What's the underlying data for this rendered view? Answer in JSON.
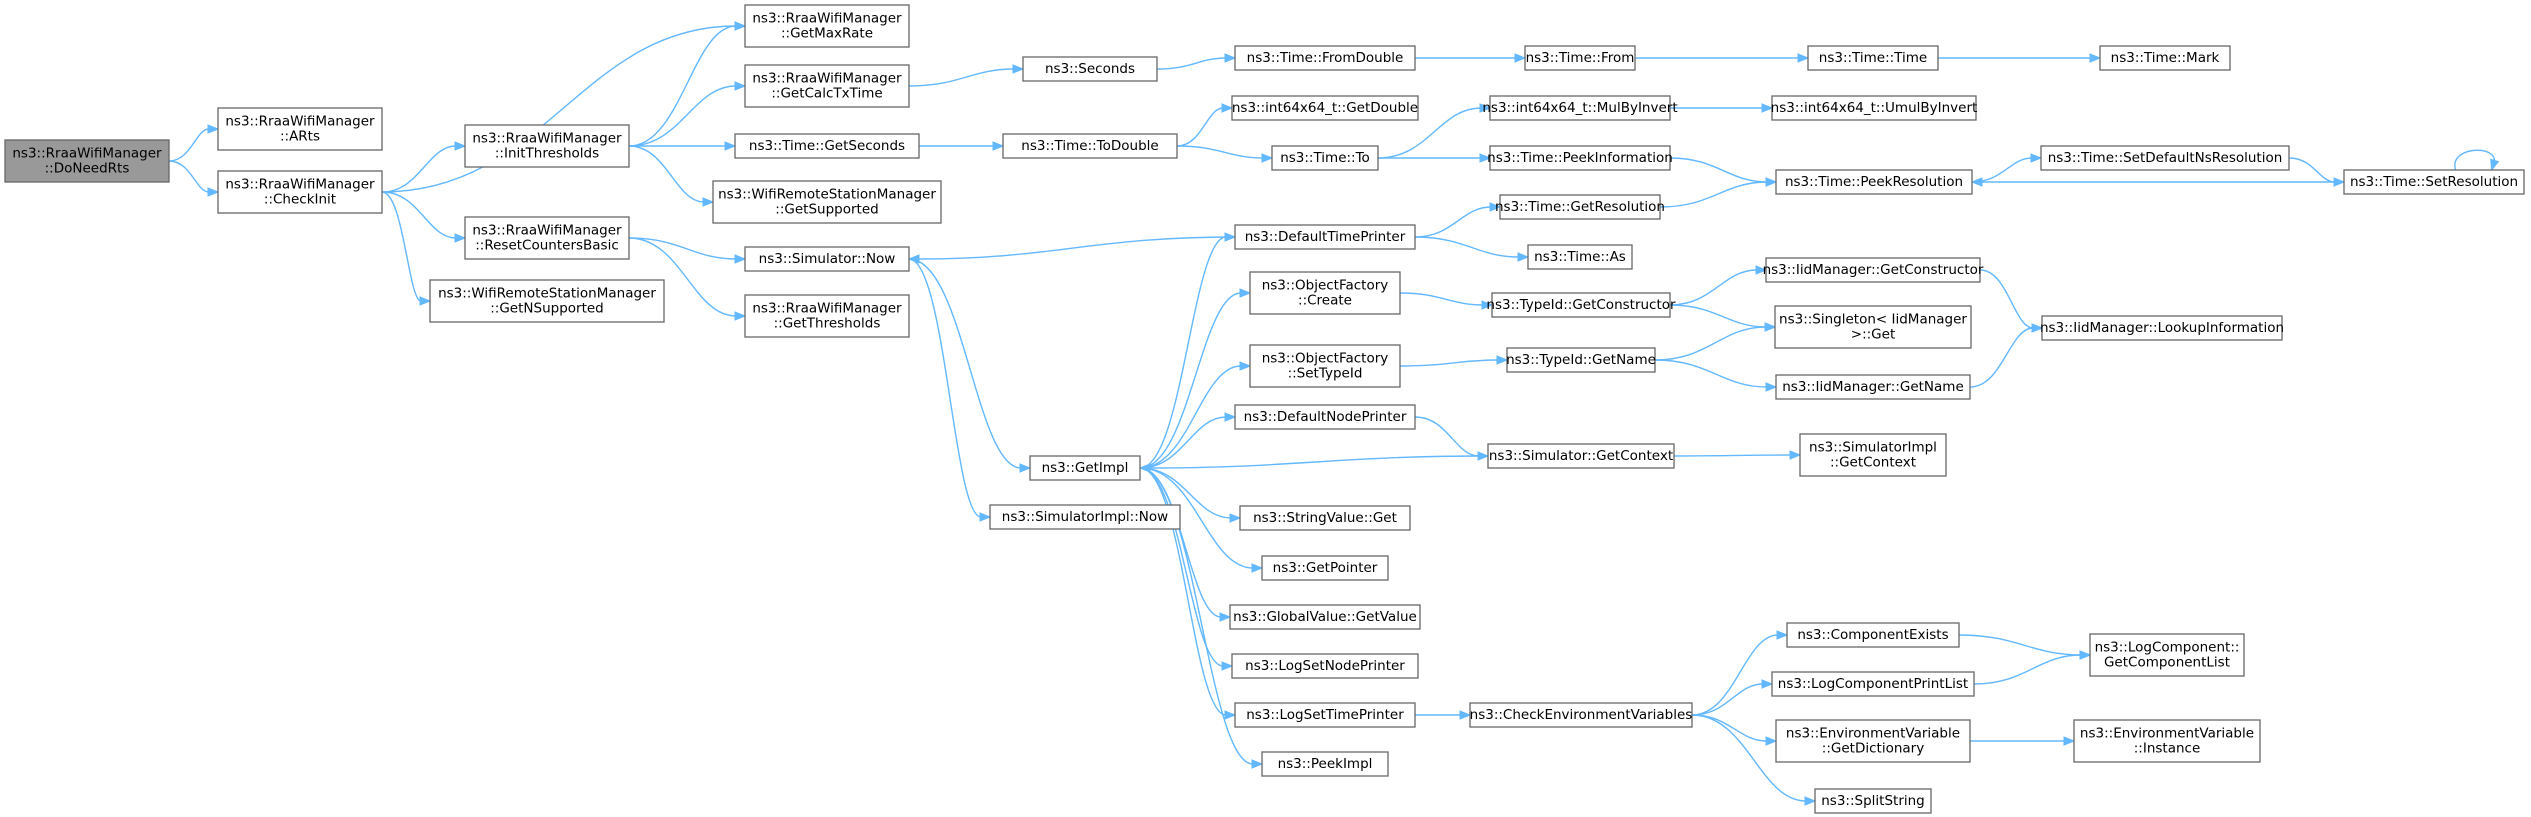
{
  "diagram": {
    "type": "call-graph",
    "nodes": [
      {
        "id": "doneedrts",
        "lines": [
          "ns3::RraaWifiManager",
          "::DoNeedRts"
        ],
        "root": true
      },
      {
        "id": "arts",
        "lines": [
          "ns3::RraaWifiManager",
          "::ARts"
        ]
      },
      {
        "id": "checkinit",
        "lines": [
          "ns3::RraaWifiManager",
          "::CheckInit"
        ]
      },
      {
        "id": "getmaxrate",
        "lines": [
          "ns3::RraaWifiManager",
          "::GetMaxRate"
        ]
      },
      {
        "id": "initthresholds",
        "lines": [
          "ns3::RraaWifiManager",
          "::InitThresholds"
        ]
      },
      {
        "id": "resetcounters",
        "lines": [
          "ns3::RraaWifiManager",
          "::ResetCountersBasic"
        ]
      },
      {
        "id": "getnsupported",
        "lines": [
          "ns3::WifiRemoteStationManager",
          "::GetNSupported"
        ]
      },
      {
        "id": "getcalctxtime",
        "lines": [
          "ns3::RraaWifiManager",
          "::GetCalcTxTime"
        ]
      },
      {
        "id": "timegetseconds",
        "lines": [
          "ns3::Time::GetSeconds"
        ]
      },
      {
        "id": "getsupported",
        "lines": [
          "ns3::WifiRemoteStationManager",
          "::GetSupported"
        ]
      },
      {
        "id": "simnow",
        "lines": [
          "ns3::Simulator::Now"
        ]
      },
      {
        "id": "getthresholds",
        "lines": [
          "ns3::RraaWifiManager",
          "::GetThresholds"
        ]
      },
      {
        "id": "seconds",
        "lines": [
          "ns3::Seconds"
        ]
      },
      {
        "id": "todouble",
        "lines": [
          "ns3::Time::ToDouble"
        ]
      },
      {
        "id": "getimpl",
        "lines": [
          "ns3::GetImpl"
        ]
      },
      {
        "id": "simimplnow",
        "lines": [
          "ns3::SimulatorImpl::Now"
        ]
      },
      {
        "id": "fromdouble",
        "lines": [
          "ns3::Time::FromDouble"
        ]
      },
      {
        "id": "intgetdouble",
        "lines": [
          "ns3::int64x64_t::GetDouble"
        ]
      },
      {
        "id": "timeto",
        "lines": [
          "ns3::Time::To"
        ]
      },
      {
        "id": "deftimeprinter",
        "lines": [
          "ns3::DefaultTimePrinter"
        ]
      },
      {
        "id": "ofcreate",
        "lines": [
          "ns3::ObjectFactory",
          "::Create"
        ]
      },
      {
        "id": "ofsettypeid",
        "lines": [
          "ns3::ObjectFactory",
          "::SetTypeId"
        ]
      },
      {
        "id": "defnodeprinter",
        "lines": [
          "ns3::DefaultNodePrinter"
        ]
      },
      {
        "id": "stringvalueget",
        "lines": [
          "ns3::StringValue::Get"
        ]
      },
      {
        "id": "getpointer",
        "lines": [
          "ns3::GetPointer"
        ]
      },
      {
        "id": "globalvalue",
        "lines": [
          "ns3::GlobalValue::GetValue"
        ]
      },
      {
        "id": "logsetnode",
        "lines": [
          "ns3::LogSetNodePrinter"
        ]
      },
      {
        "id": "logsettime",
        "lines": [
          "ns3::LogSetTimePrinter"
        ]
      },
      {
        "id": "peekimpl",
        "lines": [
          "ns3::PeekImpl"
        ]
      },
      {
        "id": "timefrom",
        "lines": [
          "ns3::Time::From"
        ]
      },
      {
        "id": "mulbyinvert",
        "lines": [
          "ns3::int64x64_t::MulByInvert"
        ]
      },
      {
        "id": "peekinfo",
        "lines": [
          "ns3::Time::PeekInformation"
        ]
      },
      {
        "id": "getresolution",
        "lines": [
          "ns3::Time::GetResolution"
        ]
      },
      {
        "id": "timeas",
        "lines": [
          "ns3::Time::As"
        ]
      },
      {
        "id": "tidgetctor",
        "lines": [
          "ns3::TypeId::GetConstructor"
        ]
      },
      {
        "id": "tidgetname",
        "lines": [
          "ns3::TypeId::GetName"
        ]
      },
      {
        "id": "simgetcontext",
        "lines": [
          "ns3::Simulator::GetContext"
        ]
      },
      {
        "id": "checkenv",
        "lines": [
          "ns3::CheckEnvironmentVariables"
        ]
      },
      {
        "id": "timetime",
        "lines": [
          "ns3::Time::Time"
        ]
      },
      {
        "id": "umulbyinvert",
        "lines": [
          "ns3::int64x64_t::UmulByInvert"
        ]
      },
      {
        "id": "peekresolution",
        "lines": [
          "ns3::Time::PeekResolution"
        ]
      },
      {
        "id": "iidgetctor",
        "lines": [
          "ns3::IidManager::GetConstructor"
        ]
      },
      {
        "id": "singletonget",
        "lines": [
          "ns3::Singleton< IidManager",
          " >::Get"
        ]
      },
      {
        "id": "iidgetname",
        "lines": [
          "ns3::IidManager::GetName"
        ]
      },
      {
        "id": "simimplgetctx",
        "lines": [
          "ns3::SimulatorImpl",
          "::GetContext"
        ]
      },
      {
        "id": "componentexists",
        "lines": [
          "ns3::ComponentExists"
        ]
      },
      {
        "id": "logcompprint",
        "lines": [
          "ns3::LogComponentPrintList"
        ]
      },
      {
        "id": "envgetdict",
        "lines": [
          "ns3::EnvironmentVariable",
          "::GetDictionary"
        ]
      },
      {
        "id": "splitstring",
        "lines": [
          "ns3::SplitString"
        ]
      },
      {
        "id": "timemark",
        "lines": [
          "ns3::Time::Mark"
        ]
      },
      {
        "id": "setdefaultns",
        "lines": [
          "ns3::Time::SetDefaultNsResolution"
        ]
      },
      {
        "id": "setresolution",
        "lines": [
          "ns3::Time::SetResolution"
        ]
      },
      {
        "id": "lookupinfo",
        "lines": [
          "ns3::IidManager::LookupInformation"
        ]
      },
      {
        "id": "getcomplist",
        "lines": [
          "ns3::LogComponent::",
          "GetComponentList"
        ]
      },
      {
        "id": "envinstance",
        "lines": [
          "ns3::EnvironmentVariable",
          "::Instance"
        ]
      }
    ],
    "edges": [
      [
        "doneedrts",
        "arts"
      ],
      [
        "doneedrts",
        "checkinit"
      ],
      [
        "checkinit",
        "getmaxrate"
      ],
      [
        "checkinit",
        "initthresholds"
      ],
      [
        "checkinit",
        "resetcounters"
      ],
      [
        "checkinit",
        "getnsupported"
      ],
      [
        "initthresholds",
        "getmaxrate"
      ],
      [
        "initthresholds",
        "getcalctxtime"
      ],
      [
        "initthresholds",
        "timegetseconds"
      ],
      [
        "initthresholds",
        "getsupported"
      ],
      [
        "resetcounters",
        "simnow"
      ],
      [
        "resetcounters",
        "getthresholds"
      ],
      [
        "getcalctxtime",
        "seconds"
      ],
      [
        "timegetseconds",
        "todouble"
      ],
      [
        "simnow",
        "getimpl"
      ],
      [
        "simnow",
        "simimplnow"
      ],
      [
        "seconds",
        "fromdouble"
      ],
      [
        "todouble",
        "intgetdouble"
      ],
      [
        "todouble",
        "timeto"
      ],
      [
        "getimpl",
        "deftimeprinter"
      ],
      [
        "getimpl",
        "ofcreate"
      ],
      [
        "getimpl",
        "ofsettypeid"
      ],
      [
        "getimpl",
        "defnodeprinter"
      ],
      [
        "getimpl",
        "stringvalueget"
      ],
      [
        "getimpl",
        "getpointer"
      ],
      [
        "getimpl",
        "globalvalue"
      ],
      [
        "getimpl",
        "logsetnode"
      ],
      [
        "getimpl",
        "logsettime"
      ],
      [
        "getimpl",
        "peekimpl"
      ],
      [
        "deftimeprinter",
        "simnow"
      ],
      [
        "deftimeprinter",
        "getresolution"
      ],
      [
        "deftimeprinter",
        "timeas"
      ],
      [
        "fromdouble",
        "timefrom"
      ],
      [
        "timeto",
        "mulbyinvert"
      ],
      [
        "timeto",
        "peekinfo"
      ],
      [
        "ofcreate",
        "tidgetctor"
      ],
      [
        "ofsettypeid",
        "tidgetname"
      ],
      [
        "defnodeprinter",
        "simgetcontext"
      ],
      [
        "simgetcontext",
        "getimpl"
      ],
      [
        "simgetcontext",
        "simimplgetctx"
      ],
      [
        "logsettime",
        "checkenv"
      ],
      [
        "timefrom",
        "timetime"
      ],
      [
        "mulbyinvert",
        "umulbyinvert"
      ],
      [
        "peekinfo",
        "peekresolution"
      ],
      [
        "getresolution",
        "peekresolution"
      ],
      [
        "tidgetctor",
        "iidgetctor"
      ],
      [
        "tidgetctor",
        "singletonget"
      ],
      [
        "tidgetname",
        "singletonget"
      ],
      [
        "tidgetname",
        "iidgetname"
      ],
      [
        "checkenv",
        "componentexists"
      ],
      [
        "checkenv",
        "logcompprint"
      ],
      [
        "checkenv",
        "envgetdict"
      ],
      [
        "checkenv",
        "splitstring"
      ],
      [
        "timetime",
        "timemark"
      ],
      [
        "peekresolution",
        "setdefaultns"
      ],
      [
        "setdefaultns",
        "setresolution"
      ],
      [
        "setresolution",
        "peekresolution"
      ],
      [
        "setresolution",
        "setresolution"
      ],
      [
        "iidgetctor",
        "lookupinfo"
      ],
      [
        "iidgetname",
        "lookupinfo"
      ],
      [
        "componentexists",
        "getcomplist"
      ],
      [
        "logcompprint",
        "getcomplist"
      ],
      [
        "envgetdict",
        "envinstance"
      ]
    ]
  }
}
